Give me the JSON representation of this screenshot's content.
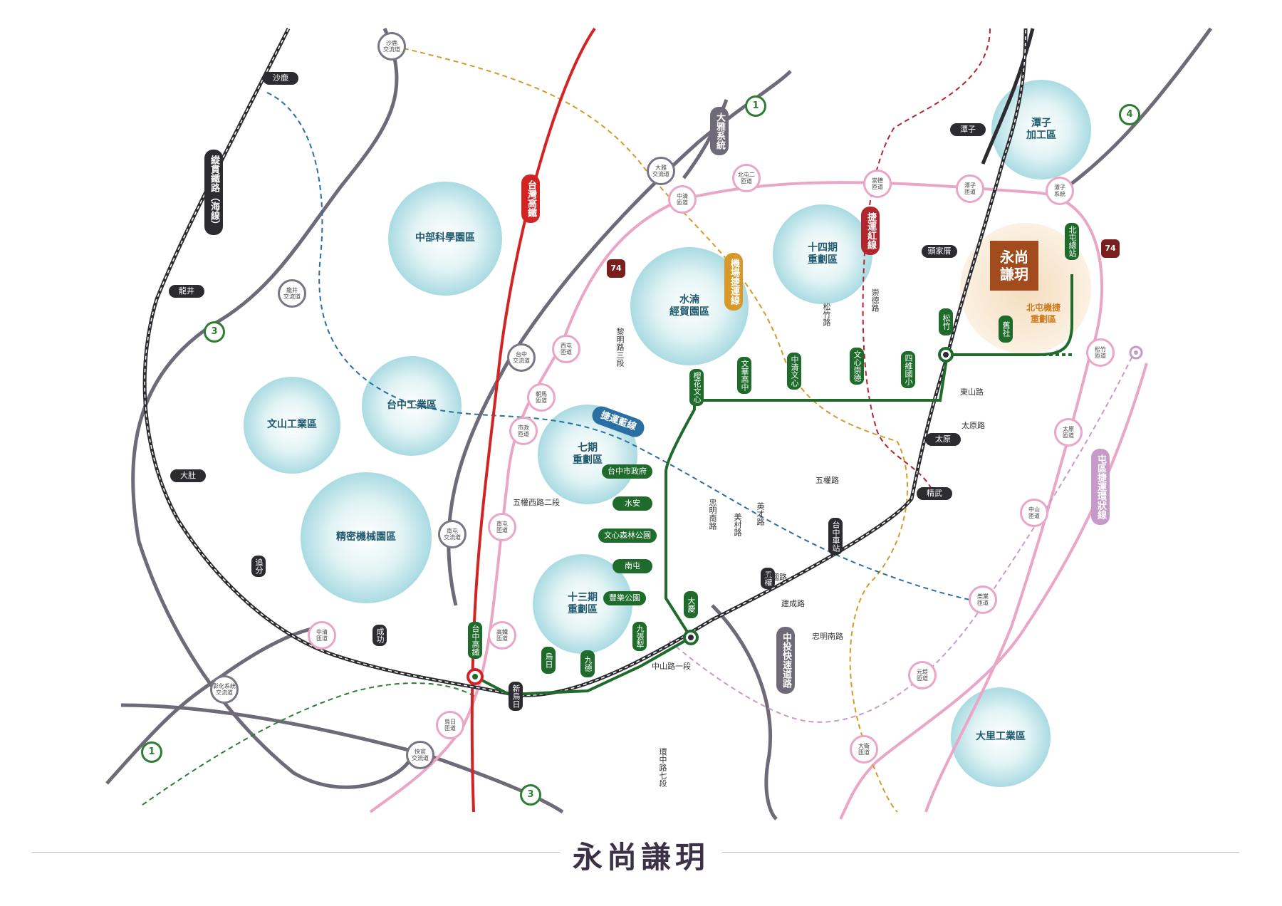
{
  "footer_title": "永尚謙玥",
  "colors": {
    "hsr": "#d32424",
    "green_line": "#1e6b2b",
    "rail": "#2b2b30",
    "highway": "#6f6a78",
    "ring": "#eaa6c6",
    "blue_dashed": "#2a6fa3",
    "orange_dashed": "#d79a2a",
    "red_dashed": "#b0262f",
    "purple_dashed": "#c79bc9",
    "green_dashed": "#2e7d32",
    "bubble": "#bfe5ea",
    "project": "#a24b1c"
  },
  "zones": [
    {
      "id": "zone-science-park",
      "label": "中部科學園區"
    },
    {
      "id": "zone-shuinan",
      "label": "水湳\n經貿園區"
    },
    {
      "id": "zone-14",
      "label": "十四期\n重劃區"
    },
    {
      "id": "zone-tanzi",
      "label": "潭子\n加工區"
    },
    {
      "id": "zone-taichung-ind",
      "label": "台中工業區"
    },
    {
      "id": "zone-wenshan",
      "label": "文山工業區"
    },
    {
      "id": "zone-precision",
      "label": "精密機械園區"
    },
    {
      "id": "zone-7",
      "label": "七期\n重劃區"
    },
    {
      "id": "zone-13",
      "label": "十三期\n重劃區"
    },
    {
      "id": "zone-dali",
      "label": "大里工業區"
    }
  ],
  "project": {
    "name": "永尚\n謙玥",
    "area_label": "北屯機捷\n重劃區"
  },
  "lines": {
    "hsr": "台灣高鐵",
    "coastal": "縱貫鐵路（海線）",
    "airport": "機場捷運線",
    "red": "捷運紅線",
    "blue": "捷運藍線",
    "daya": "大雅系統",
    "ring_mrt": "屯區捷運環狀線",
    "zhongtou": "中投快速道路"
  },
  "green_stations": [
    {
      "id": "beitun",
      "label": "北屯總站"
    },
    {
      "id": "jiushe",
      "label": "舊社"
    },
    {
      "id": "songzhu",
      "label": "松竹"
    },
    {
      "id": "sweiguoxiao",
      "label": "四維國小"
    },
    {
      "id": "wenxin-chongde",
      "label": "文心崇德"
    },
    {
      "id": "wenxin-zhongqing",
      "label": "中清文心"
    },
    {
      "id": "wenhua",
      "label": "文華高中"
    },
    {
      "id": "yinghua",
      "label": "櫻花文心"
    },
    {
      "id": "city-hall",
      "label": "台中市政府"
    },
    {
      "id": "shuian",
      "label": "水安"
    },
    {
      "id": "forest",
      "label": "文心森林公園"
    },
    {
      "id": "nantun",
      "label": "南屯"
    },
    {
      "id": "fengle",
      "label": "豐樂公園"
    },
    {
      "id": "daqing",
      "label": "大慶"
    },
    {
      "id": "jiuzhang",
      "label": "九張犁"
    },
    {
      "id": "jiude",
      "label": "九德"
    },
    {
      "id": "wuri",
      "label": "烏日"
    },
    {
      "id": "hsr-station",
      "label": "台中高鐵"
    }
  ],
  "rail_stations": [
    {
      "id": "shalu",
      "label": "沙鹿"
    },
    {
      "id": "longjing",
      "label": "龍井"
    },
    {
      "id": "dadu",
      "label": "大肚"
    },
    {
      "id": "zhuifen",
      "label": "追分"
    },
    {
      "id": "chenggong",
      "label": "成功"
    },
    {
      "id": "xinwuri",
      "label": "新烏日"
    },
    {
      "id": "wuquan",
      "label": "五權"
    },
    {
      "id": "taichung",
      "label": "台中車站"
    },
    {
      "id": "jingwu",
      "label": "精武"
    },
    {
      "id": "taiyuan",
      "label": "太原"
    },
    {
      "id": "toujiacuo",
      "label": "頭家厝"
    },
    {
      "id": "tanzi",
      "label": "潭子"
    }
  ],
  "interchanges": [
    {
      "id": "shalu-ic",
      "label": "沙鹿\n交流道"
    },
    {
      "id": "daya-ic",
      "label": "大雅\n交流道"
    },
    {
      "id": "longjing-ic",
      "label": "龍井\n交流道"
    },
    {
      "id": "taichung-ic",
      "label": "台中\n交流道"
    },
    {
      "id": "nantun-ic",
      "label": "南屯\n交流道"
    },
    {
      "id": "changhua-ic",
      "label": "彰化系統\n交流道"
    },
    {
      "id": "kuaiguan-ic",
      "label": "快官\n交流道"
    },
    {
      "id": "zhongqing-ic-w",
      "label": "中清\n匝道"
    },
    {
      "id": "zhongqing-ic",
      "label": "中清\n匝道"
    },
    {
      "id": "beitun2",
      "label": "北屯二\n匝道"
    },
    {
      "id": "chongde-ic",
      "label": "崇德\n匝道"
    },
    {
      "id": "tanzi-ramp",
      "label": "潭子\n匝道"
    },
    {
      "id": "tanzi-sys",
      "label": "潭子\n系統"
    },
    {
      "id": "xitun-ic",
      "label": "西屯\n匝道"
    },
    {
      "id": "chaoma-ic",
      "label": "朝馬\n匝道"
    },
    {
      "id": "shizheng-ic",
      "label": "市政\n匝道"
    },
    {
      "id": "nantun-ramp",
      "label": "南屯\n匝道"
    },
    {
      "id": "gaotie-ic",
      "label": "高鐵\n匝道"
    },
    {
      "id": "wuri-ic",
      "label": "烏日\n匝道"
    },
    {
      "id": "songzhu-ic",
      "label": "松竹\n匝道"
    },
    {
      "id": "taiyuan-ic",
      "label": "太原\n匝道"
    },
    {
      "id": "zhongshan-ic",
      "label": "中山\n匝道"
    },
    {
      "id": "lexi-ic",
      "label": "樂業\n匝道"
    },
    {
      "id": "yuandi-ic",
      "label": "元堤\n匝道"
    },
    {
      "id": "dawei-ic",
      "label": "大衛\n匝道"
    }
  ],
  "roads": [
    {
      "id": "liming",
      "label": "黎明路三段"
    },
    {
      "id": "songzhu-rd",
      "label": "松竹路"
    },
    {
      "id": "chongde-rd",
      "label": "崇德路"
    },
    {
      "id": "dongshan",
      "label": "東山路"
    },
    {
      "id": "taiyuan-rd",
      "label": "太原路"
    },
    {
      "id": "wuquan-rd",
      "label": "五權路"
    },
    {
      "id": "wuquan-w",
      "label": "五權西路二段"
    },
    {
      "id": "zhongming",
      "label": "忠明南路"
    },
    {
      "id": "meicun",
      "label": "美村路"
    },
    {
      "id": "yingcai",
      "label": "英才路"
    },
    {
      "id": "jianguo",
      "label": "建國路"
    },
    {
      "id": "jiancheng",
      "label": "建成路"
    },
    {
      "id": "zhongming-s",
      "label": "忠明南路"
    },
    {
      "id": "zhongshan",
      "label": "中山路一段"
    },
    {
      "id": "huanzhong",
      "label": "環中路七段"
    }
  ],
  "route_shields": [
    {
      "id": "n1-top",
      "label": "1"
    },
    {
      "id": "n1-bottom",
      "label": "1"
    },
    {
      "id": "n3-left",
      "label": "3"
    },
    {
      "id": "n3-bottom",
      "label": "3"
    },
    {
      "id": "n4",
      "label": "4"
    },
    {
      "id": "p74-left",
      "label": "74"
    },
    {
      "id": "p74-right",
      "label": "74"
    }
  ]
}
